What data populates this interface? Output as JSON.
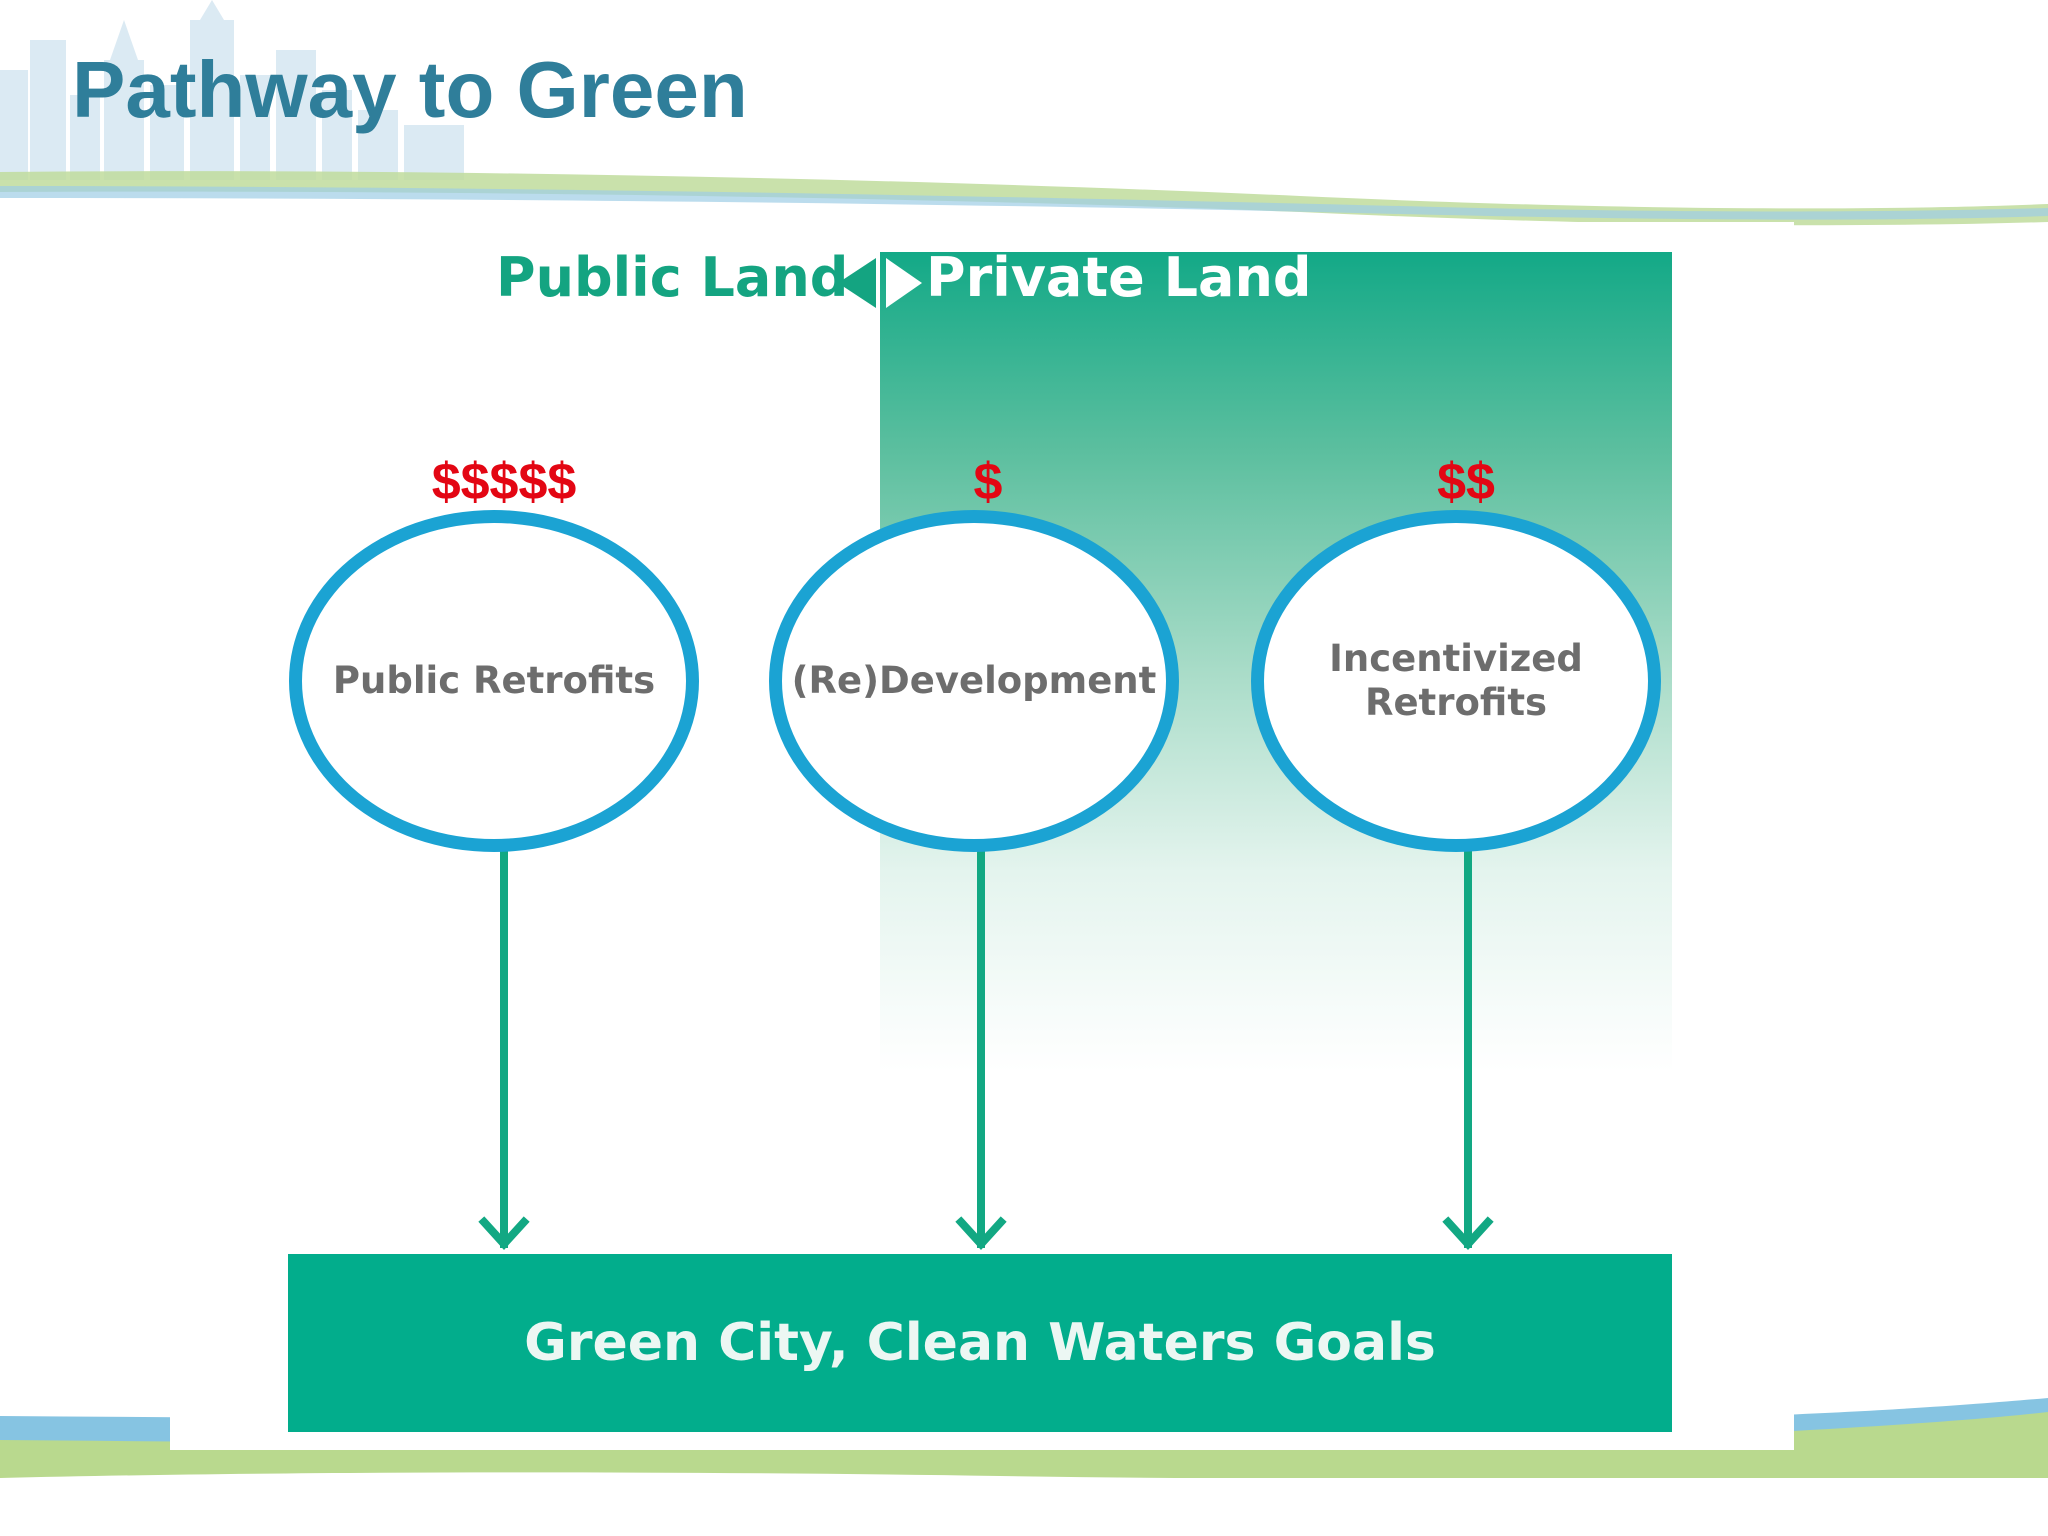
{
  "slide": {
    "title": "Pathway to Green"
  },
  "diagram": {
    "public_land_label": "Public Land",
    "private_land_label": "Private Land",
    "nodes": [
      {
        "label": "Public Retrofits",
        "cost": "$$$$$"
      },
      {
        "label": "(Re)Development",
        "cost": "$"
      },
      {
        "label": "Incentivized Retrofits",
        "cost": "$$"
      }
    ],
    "goal_label": "Green City, Clean Waters Goals"
  },
  "colors": {
    "title": "#2f7e9a",
    "green": "#02ad8c",
    "circle_border": "#1ba3d3",
    "cost": "#e30613",
    "node_text": "#6d6d6d"
  }
}
